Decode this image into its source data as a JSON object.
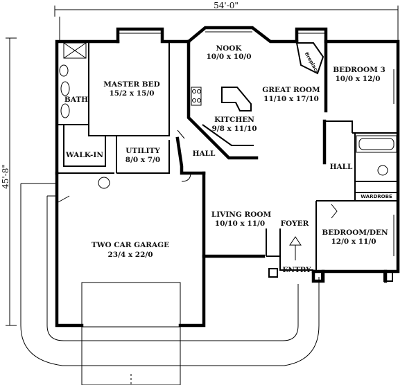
{
  "dimensions": {
    "width": "54'-0\"",
    "depth": "45'-8\""
  },
  "rooms": {
    "nook": {
      "name": "NOOK",
      "size": "10/0 x 10/0"
    },
    "master_bed": {
      "name": "MASTER BED",
      "size": "15/2 x 15/0"
    },
    "great_room": {
      "name": "GREAT ROOM",
      "size": "11/10 x 17/10"
    },
    "bedroom3": {
      "name": "BEDROOM 3",
      "size": "10/0 x 12/0"
    },
    "kitchen": {
      "name": "KITCHEN",
      "size": "9/8 x 11/10"
    },
    "bath": {
      "name": "BATH"
    },
    "walk_in": {
      "name": "WALK-IN"
    },
    "utility": {
      "name": "UTILITY",
      "size": "8/0 x 7/0"
    },
    "hall_left": {
      "name": "HALL"
    },
    "hall_right": {
      "name": "HALL"
    },
    "wardrobe": {
      "name": "WARDROBE"
    },
    "living_room": {
      "name": "LIVING ROOM",
      "size": "10/10 x 11/0"
    },
    "foyer": {
      "name": "FOYER"
    },
    "bedroom_den": {
      "name": "BEDROOM/DEN",
      "size": "12/0 x 11/0"
    },
    "garage": {
      "name": "TWO CAR GARAGE",
      "size": "23/4 x 22/0"
    },
    "entry": {
      "name": "ENTRY"
    },
    "fireplace": {
      "name": "fireplace"
    }
  }
}
